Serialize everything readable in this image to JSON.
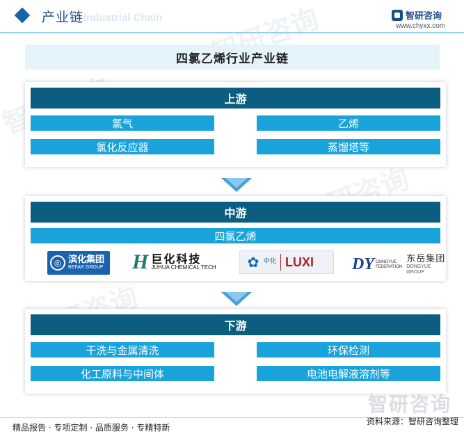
{
  "header": {
    "title": "产业链",
    "subtitle": "Industrial Chain",
    "brand_name": "智研咨询",
    "brand_url": "www.chyxx.com"
  },
  "diagram_title": "四氯乙烯行业产业链",
  "upstream": {
    "label": "上游",
    "items": [
      "氯气",
      "乙烯",
      "氯化反应器",
      "蒸馏塔等"
    ]
  },
  "midstream": {
    "label": "中游",
    "item": "四氯乙烯",
    "companies": {
      "befar": {
        "cn": "滨化集团",
        "en": "BEFAR GROUP"
      },
      "juhua": {
        "mark": "H",
        "cn": "巨化科技",
        "en": "JUHUA CHEMICAL TECH"
      },
      "luxi": {
        "cn": "中化",
        "name": "LUXI"
      },
      "dongyue": {
        "mark": "DY",
        "en1": "DONGYUE",
        "en2": "FEDERATION",
        "cn": "东岳集团",
        "en3": "DONGYUE GROUP"
      }
    }
  },
  "downstream": {
    "label": "下游",
    "items": [
      "干洗与金属清洗",
      "环保检测",
      "化工原料与中间体",
      "电池电解液溶剂等"
    ]
  },
  "footer": {
    "left": "精品报告 · 专项定制 · 品质服务 · 专精特新",
    "right": "资料来源：智研咨询整理",
    "watermark": "智研咨询"
  },
  "colors": {
    "bar": "#0c5d80",
    "item": "#1aa3da",
    "title_bg": "#e5f4fb",
    "accent": "#1565a8"
  }
}
